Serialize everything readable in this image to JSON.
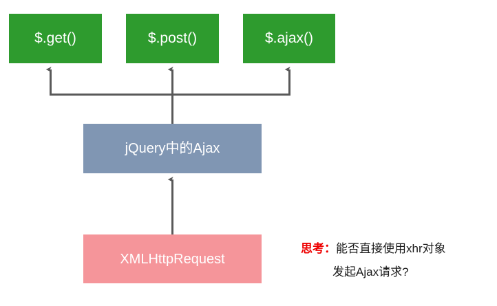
{
  "diagram": {
    "title": "jQuery Ajax hierarchy diagram",
    "colors": {
      "green": "#2e9b2e",
      "blue_gray": "#8096b3",
      "pink": "#f5959a",
      "connector": "#595959",
      "note_accent": "#ee0000",
      "note_text": "#1a1a1a",
      "background": "#ffffff",
      "node_text": "#ffffff"
    },
    "nodes": {
      "get": "$.get()",
      "post": "$.post()",
      "ajax": "$.ajax()",
      "jquery_ajax": "jQuery中的Ajax",
      "xhr": "XMLHttpRequest"
    },
    "note": {
      "label": "思考：",
      "line1": "能否直接使用xhr对象",
      "line2": "发起Ajax请求?"
    }
  }
}
